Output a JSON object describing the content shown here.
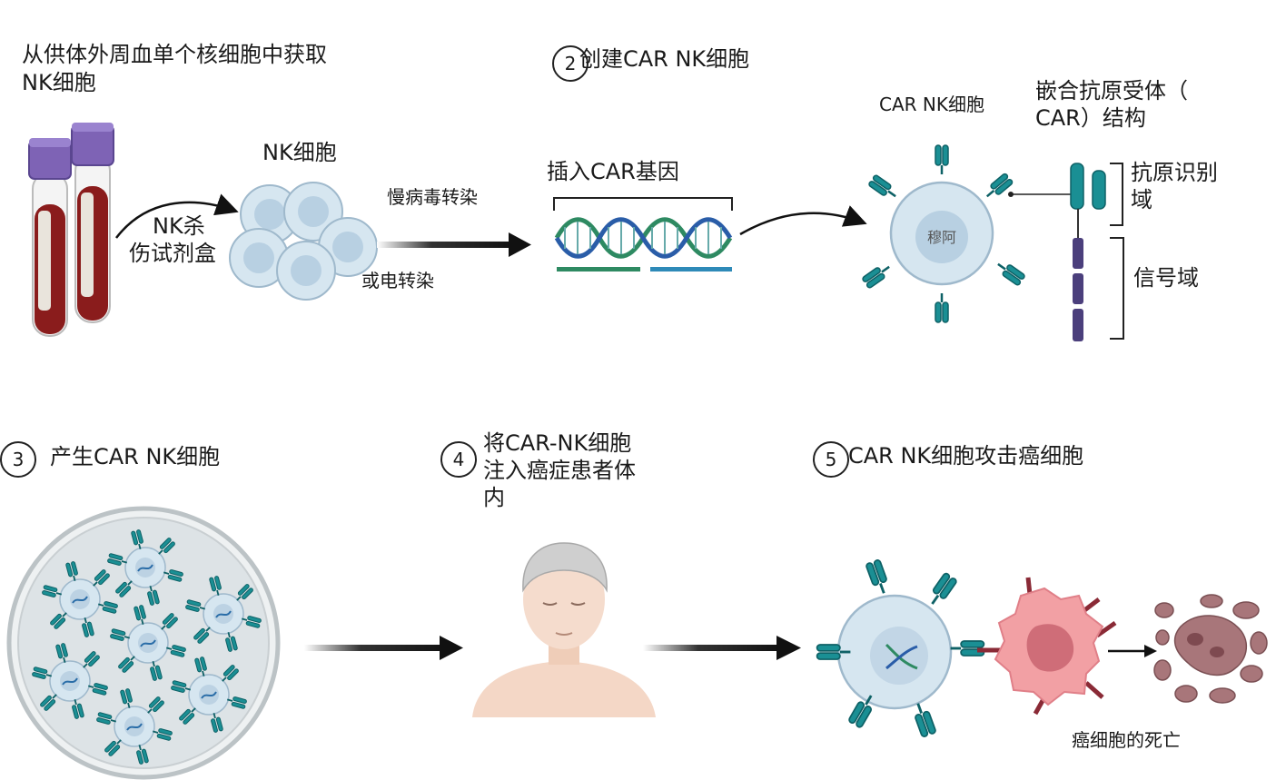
{
  "step1": {
    "title_line1": "从供体外周血单个核细胞中获取",
    "title_line2": "NK细胞"
  },
  "kit_label": {
    "line1": "NK杀",
    "line2": "伤试剂盒"
  },
  "nk_cells_label": "NK细胞",
  "transduction": {
    "lentiviral": "慢病毒转染",
    "electroporation": "或电转染"
  },
  "step2": {
    "number": "2",
    "title": "创建CAR NK细胞"
  },
  "insert_gene_label": "插入CAR基因",
  "car_nk_cell_label": "CAR NK细胞",
  "nucleus_label": "穆阿",
  "car_structure": {
    "title_line1": "嵌合抗原受体（",
    "title_line2": "CAR）结构",
    "antigen_domain_line1": "抗原识别",
    "antigen_domain_line2": "域",
    "signal_domain": "信号域"
  },
  "step3": {
    "number": "3",
    "title": "产生CAR NK细胞"
  },
  "step4": {
    "number": "4",
    "title_line1": "将CAR-NK细胞",
    "title_line2": "注入癌症患者体",
    "title_line3": "内"
  },
  "step5": {
    "number": "5",
    "title": "CAR NK细胞攻击癌细胞"
  },
  "cancer_death_label": "癌细胞的死亡",
  "colors": {
    "teal": "#1a8f94",
    "purple": "#4b3f7c",
    "blood": "#8a1c1c",
    "cell_fill": "#d6e6f0",
    "cancer_pink": "#f2a0a4",
    "dead_cell": "#a8767a"
  }
}
